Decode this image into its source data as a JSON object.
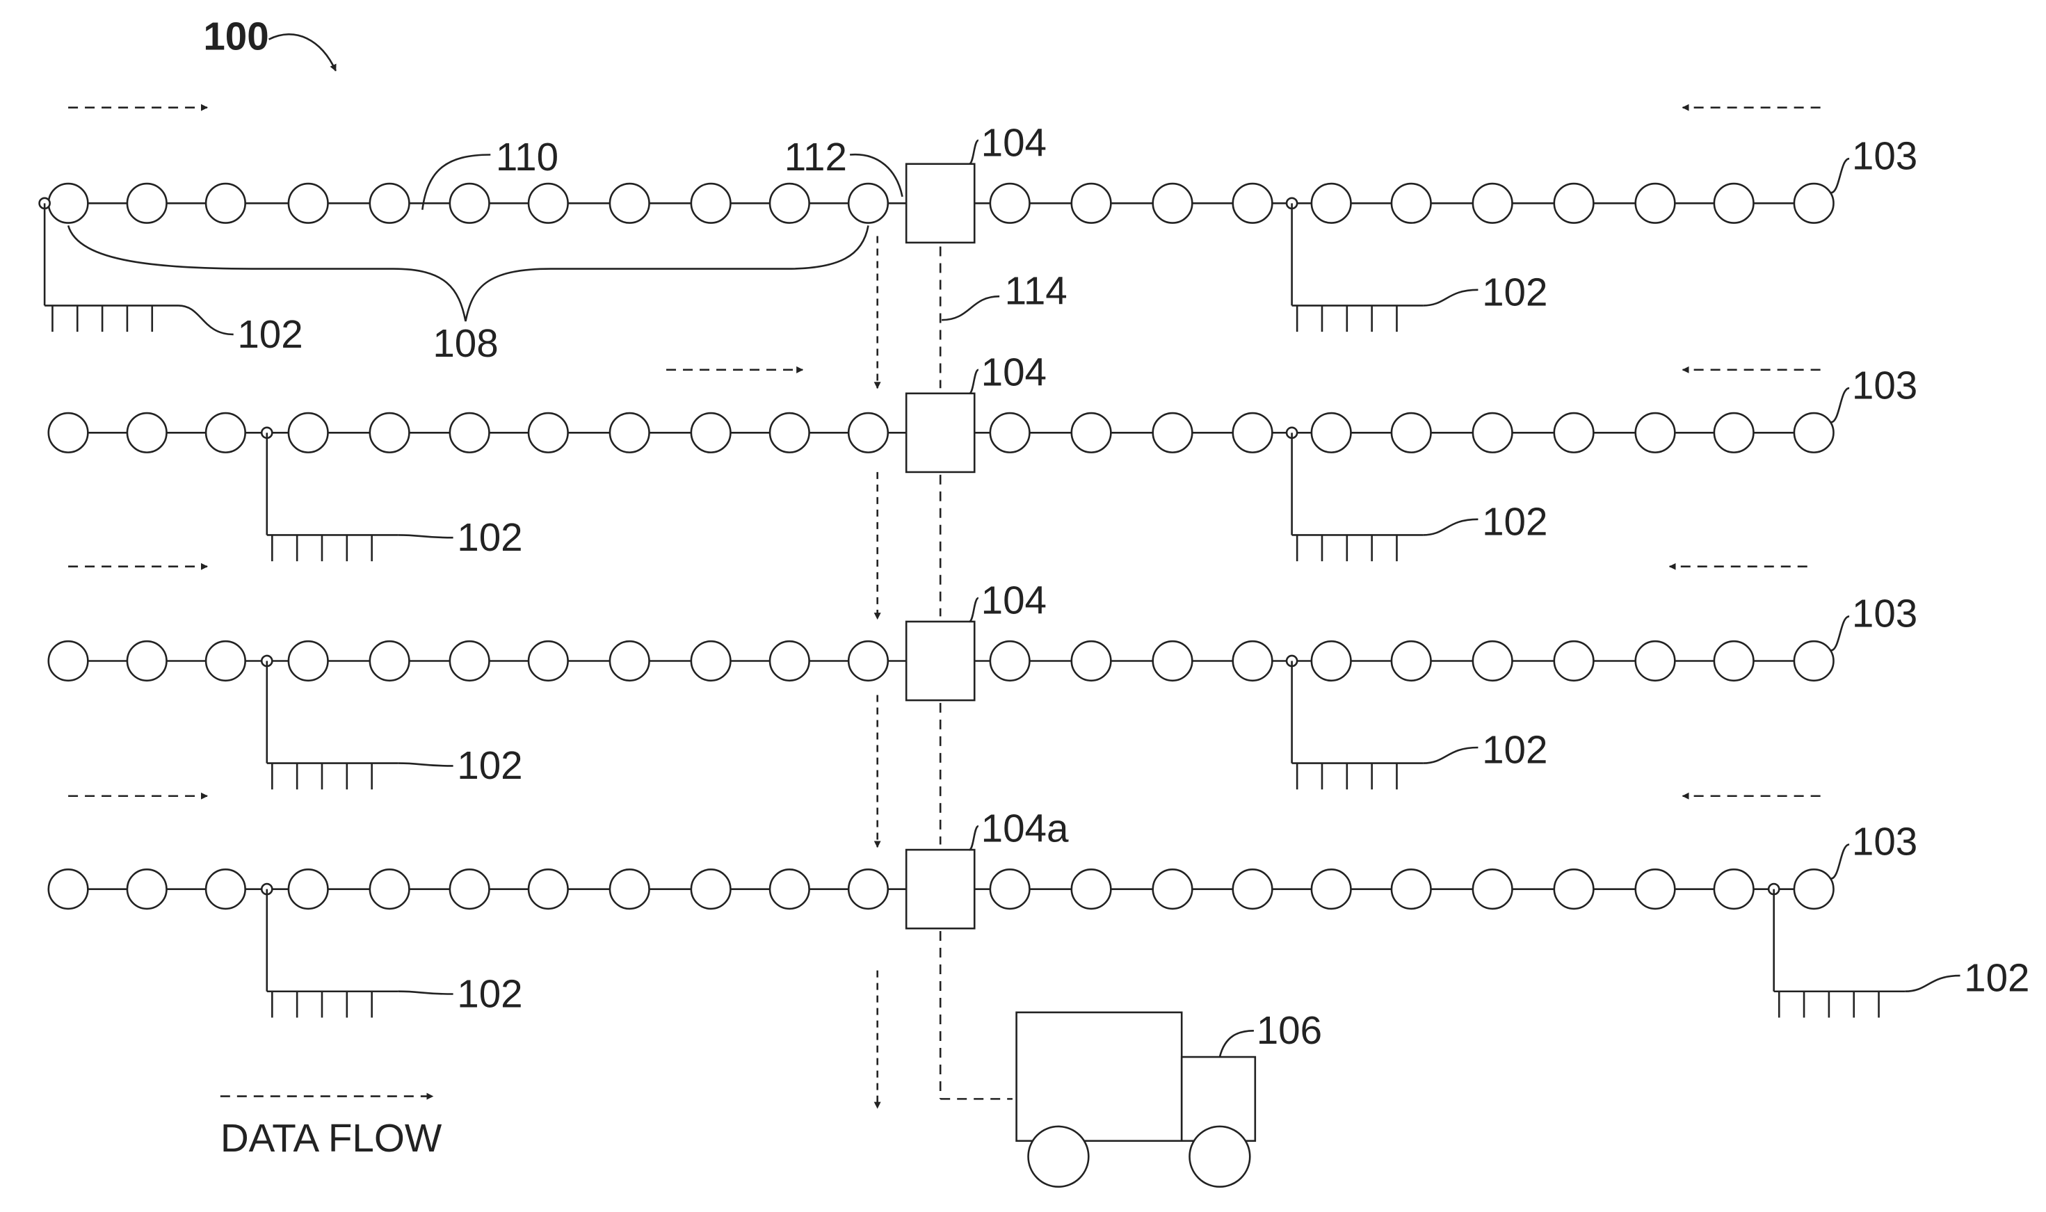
{
  "figure": {
    "ref": "100",
    "legend": "DATA FLOW",
    "labels": {
      "branch_node": "102",
      "end_node": "103",
      "gateway": "104",
      "gateway_last": "104a",
      "vehicle": "106",
      "segment": "108",
      "link": "110",
      "node": "112",
      "backhaul": "114"
    }
  },
  "colors": {
    "ink": "#222222",
    "background": "#ffffff"
  },
  "icons": {
    "node": "circle-node-icon",
    "gateway": "square-gateway-icon",
    "vehicle": "truck-icon"
  },
  "rows": [
    {
      "gateway_label": "104"
    },
    {
      "gateway_label": "104"
    },
    {
      "gateway_label": "104"
    },
    {
      "gateway_label": "104a"
    }
  ]
}
